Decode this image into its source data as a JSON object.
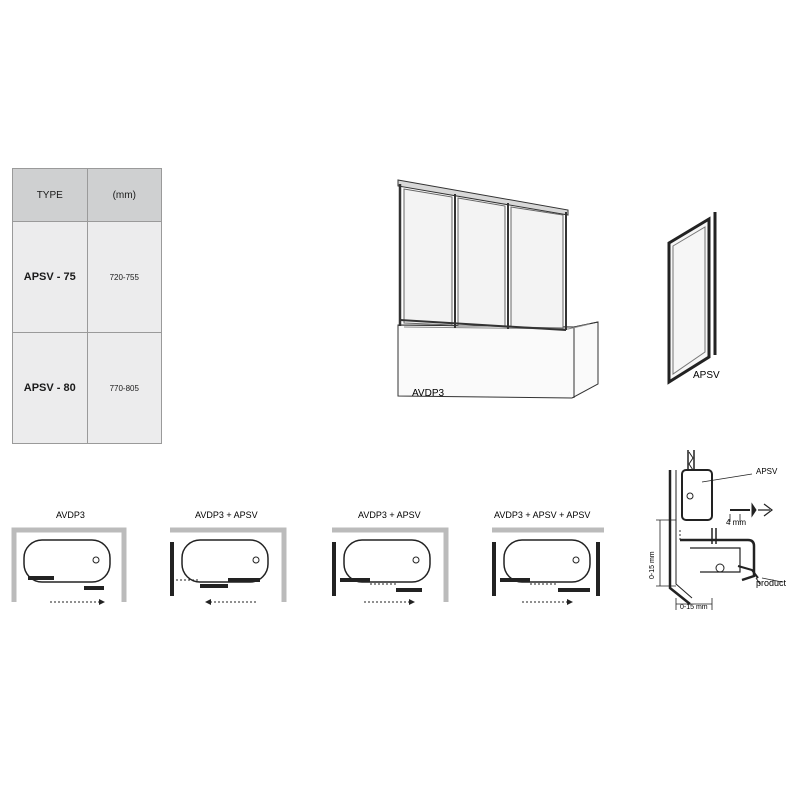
{
  "table": {
    "header": {
      "type": "TYPE",
      "mm": "(mm)"
    },
    "rows": [
      {
        "type": "APSV - 75",
        "mm": "720-755"
      },
      {
        "type": "APSV - 80",
        "mm": "770-805"
      }
    ]
  },
  "products": {
    "main": "AVDP3",
    "side": "APSV"
  },
  "layouts": [
    {
      "title": "AVDP3"
    },
    {
      "title": "AVDP3 + APSV"
    },
    {
      "title": "AVDP3 + APSV"
    },
    {
      "title": "AVDP3 + APSV + APSV"
    }
  ],
  "detail": {
    "part": "APSV",
    "gap": "4 mm",
    "vertical_range": "0-15 mm",
    "horizontal_range": "0-15 mm",
    "product": "product"
  }
}
